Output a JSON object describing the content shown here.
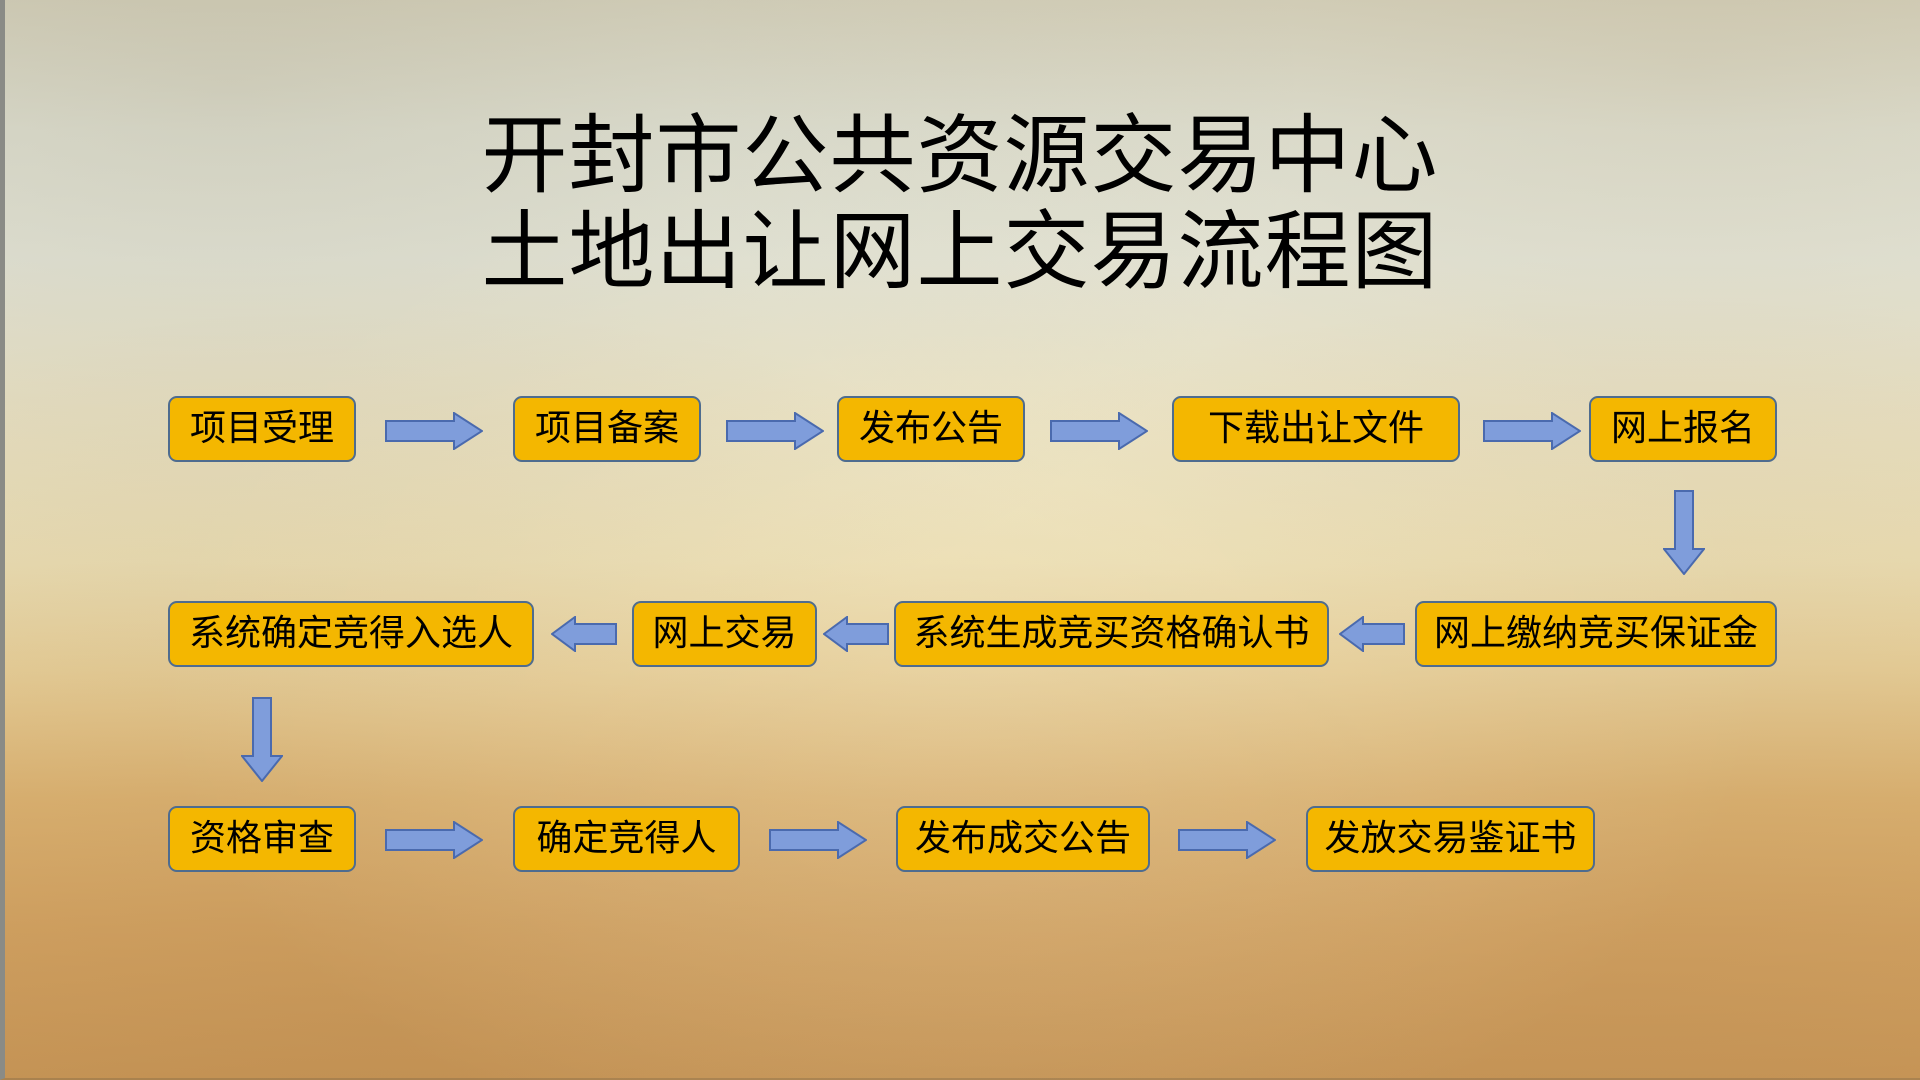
{
  "title": {
    "line1": "开封市公共资源交易中心",
    "line2": "土地出让网上交易流程图"
  },
  "steps": {
    "s1": "项目受理",
    "s2": "项目备案",
    "s3": "发布公告",
    "s4": "下载出让文件",
    "s5": "网上报名",
    "s6": "网上缴纳竞买保证金",
    "s7": "系统生成竞买资格确认书",
    "s8": "网上交易",
    "s9": "系统确定竞得入选人",
    "s10": "资格审查",
    "s11": "确定竞得人",
    "s12": "发布成交公告",
    "s13": "发放交易鉴证书"
  },
  "colors": {
    "box_fill": "#f4b700",
    "box_border": "#4e6c8f",
    "arrow_fill": "#7f9ddb",
    "arrow_border": "#4a6aae"
  },
  "icons": {
    "arrow_right": "block-arrow-right",
    "arrow_left": "block-arrow-left",
    "arrow_down": "block-arrow-down"
  }
}
